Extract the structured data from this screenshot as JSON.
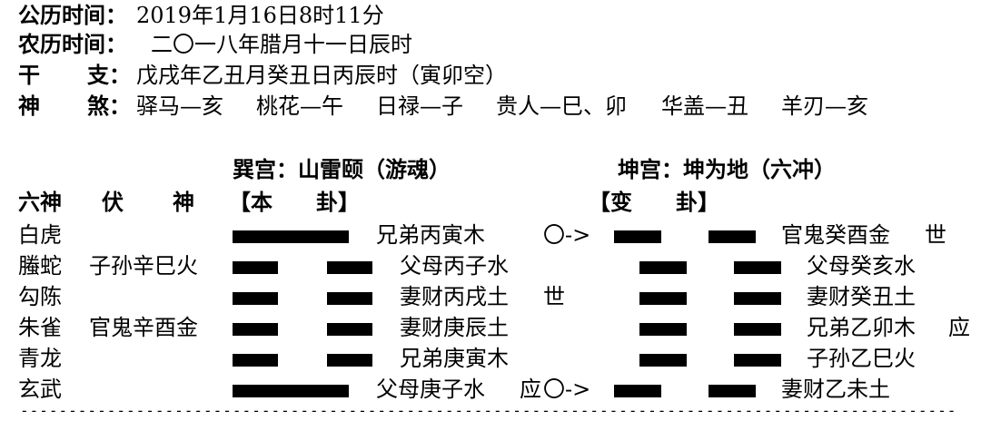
{
  "header": {
    "solar_label": "公历时间：",
    "solar_value": "2019年1月16日8时11分",
    "lunar_label": "农历时间：",
    "lunar_value": "二〇一八年腊月十一日辰时",
    "ganzhi_label_a": "干",
    "ganzhi_label_b": "支：",
    "ganzhi_value": "戊戌年乙丑月癸丑日丙辰时（寅卯空）",
    "shensha_label_a": "神",
    "shensha_label_b": "煞：",
    "shensha_items": [
      "驿马—亥",
      "桃花—午",
      "日禄—子",
      "贵人—巳、卯",
      "华盖—丑",
      "羊刃—亥"
    ]
  },
  "hexagram": {
    "main_title": "巽宫：山雷颐（游魂）",
    "changed_title": "坤宫：坤为地（六冲）",
    "col_liushen": "六神",
    "col_fushen_a": "伏",
    "col_fushen_b": "神",
    "col_main": "【本　　卦】",
    "col_changed": "【变　　卦】"
  },
  "lines": [
    {
      "god": "白虎",
      "hidden": "",
      "main_type": "yang",
      "main_label": "兄弟丙寅木",
      "marker": "",
      "moving": "〇->",
      "changed_type": "yin",
      "changed_label": "官鬼癸酉金",
      "changed_marker": "世"
    },
    {
      "god": "螣蛇",
      "hidden": "子孙辛巳火",
      "main_type": "yin",
      "main_label": "父母丙子水",
      "marker": "",
      "moving": "",
      "changed_type": "yin",
      "changed_label": "父母癸亥水",
      "changed_marker": ""
    },
    {
      "god": "勾陈",
      "hidden": "",
      "main_type": "yin",
      "main_label": "妻财丙戌土",
      "marker": "世",
      "moving": "",
      "changed_type": "yin",
      "changed_label": "妻财癸丑土",
      "changed_marker": ""
    },
    {
      "god": "朱雀",
      "hidden": "官鬼辛酉金",
      "main_type": "yin",
      "main_label": "妻财庚辰土",
      "marker": "",
      "moving": "",
      "changed_type": "yin",
      "changed_label": "兄弟乙卯木",
      "changed_marker": "应"
    },
    {
      "god": "青龙",
      "hidden": "",
      "main_type": "yin",
      "main_label": "兄弟庚寅木",
      "marker": "",
      "moving": "",
      "changed_type": "yin",
      "changed_label": "子孙乙巳火",
      "changed_marker": ""
    },
    {
      "god": "玄武",
      "hidden": "",
      "main_type": "yang",
      "main_label": "父母庚子水",
      "marker": "应",
      "moving": "〇->",
      "changed_type": "yin",
      "changed_label": "妻财乙未土",
      "changed_marker": ""
    }
  ],
  "footer": {
    "rule": "-------------------------------------------------------------------------------------------------------------------------------------------------------"
  }
}
